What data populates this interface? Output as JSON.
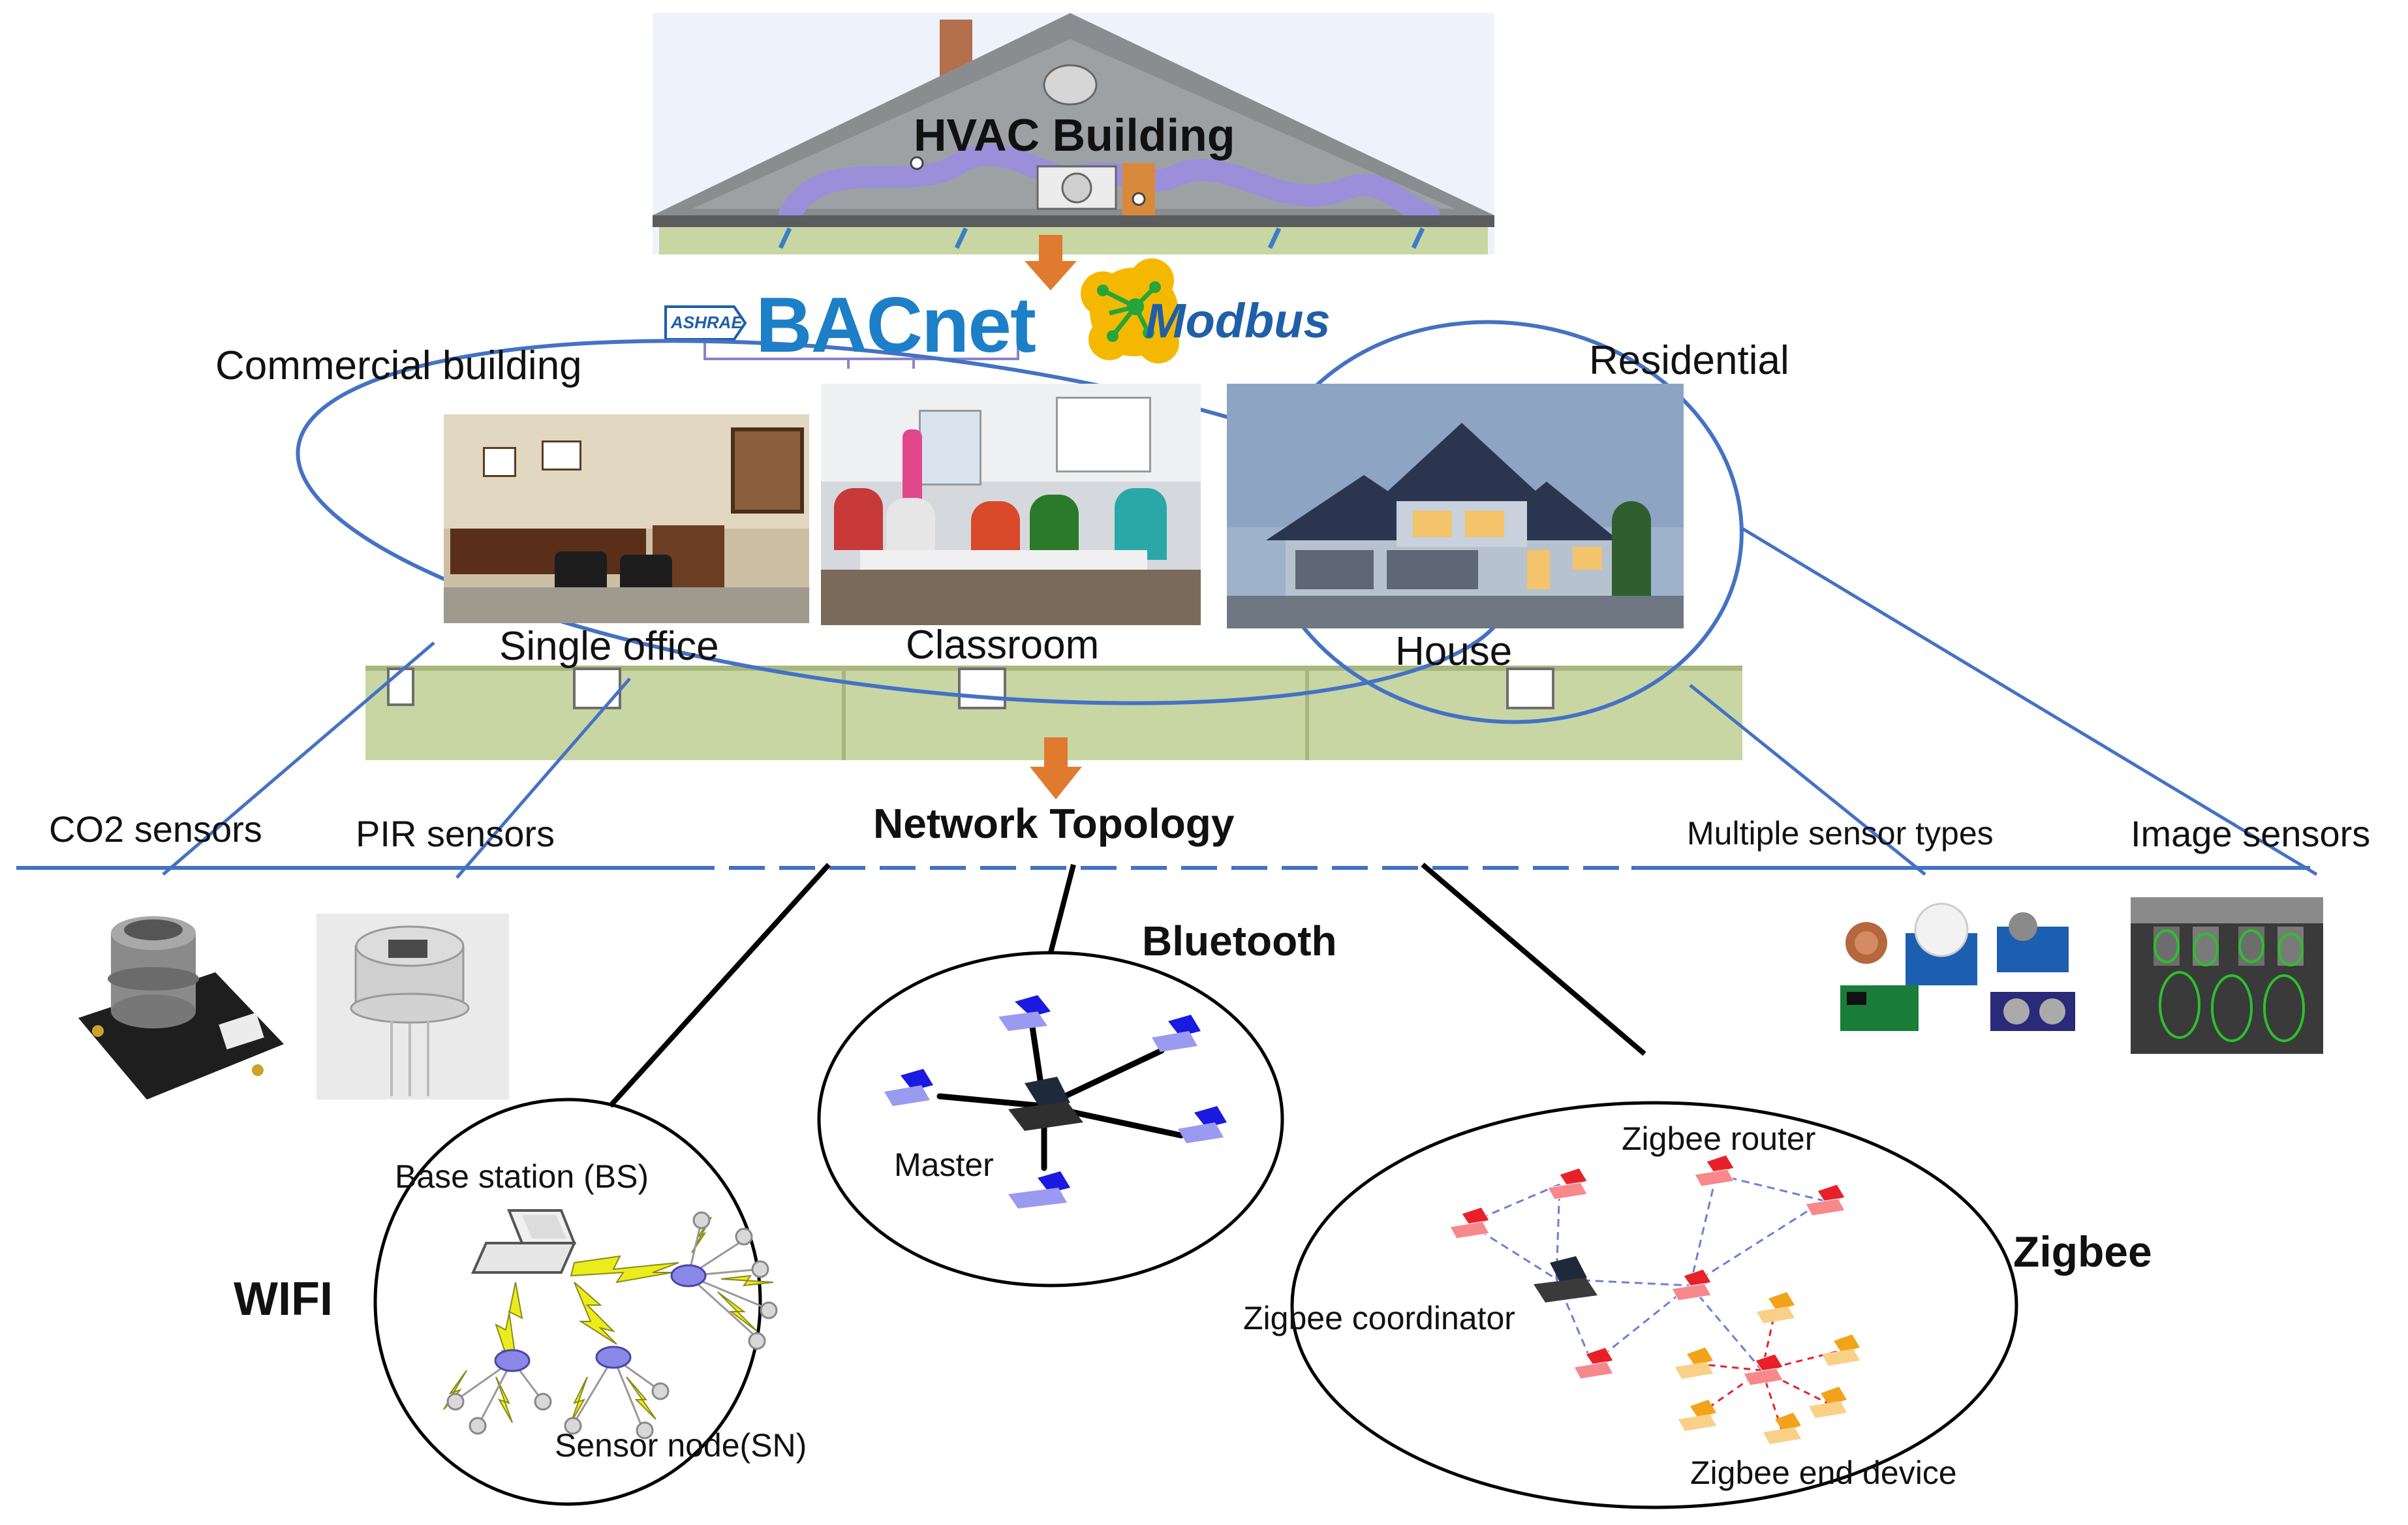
{
  "top": {
    "title": "HVAC Building"
  },
  "protocols": {
    "bacnet": "BACnet",
    "bacnet_tag": "ASHRAE",
    "modbus": "Modbus"
  },
  "building_types": {
    "commercial": "Commercial building",
    "residential": "Residential",
    "single_office": "Single office",
    "classroom": "Classroom",
    "house": "House"
  },
  "network": {
    "title": "Network Topology"
  },
  "sensors": {
    "co2": "CO2 sensors",
    "pir": "PIR sensors",
    "multiple": "Multiple sensor types",
    "image": "Image sensors"
  },
  "wifi": {
    "title": "WIFI",
    "base_station": "Base station (BS)",
    "sensor_node": "Sensor node(SN)"
  },
  "bluetooth": {
    "title": "Bluetooth",
    "master": "Master"
  },
  "zigbee": {
    "title": "Zigbee",
    "router": "Zigbee router",
    "coordinator": "Zigbee coordinator",
    "end_device": "Zigbee end device"
  },
  "colors": {
    "line_blue": "#4472c4",
    "arrow_orange": "#e07a2e",
    "wall_green": "#c8d6a4",
    "roof_gray": "#8a8d8f",
    "duct_purple": "#9a8fd8",
    "laptop_blue": "#1a1ae0",
    "router_red": "#e8202a",
    "end_orange": "#f2a31a",
    "bolt_yellow": "#ecec1c",
    "node_purple": "#8b87e6"
  }
}
